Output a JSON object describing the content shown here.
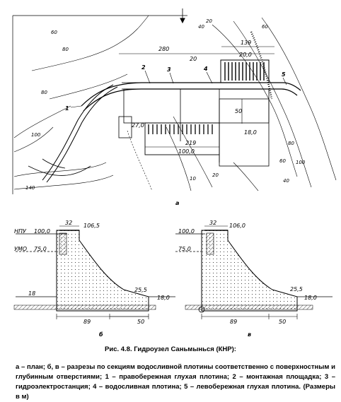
{
  "plan": {
    "dims": [
      "280",
      "139",
      "20",
      "20,0",
      "50",
      "18,0",
      "27,0",
      "219",
      "100,0"
    ],
    "contours": [
      "60",
      "80",
      "100",
      "140",
      "80",
      "60",
      "40",
      "20",
      "10",
      "20",
      "40",
      "60",
      "80",
      "100"
    ],
    "callouts": [
      "1",
      "2",
      "3",
      "4",
      "5"
    ],
    "sheet_letter": "а"
  },
  "section_b": {
    "levels": [
      "НПУ",
      "100,0",
      "УМО",
      "75,0",
      "106,5",
      "25,5",
      "18,0",
      "18"
    ],
    "dims": [
      "32",
      "89",
      "50"
    ],
    "letter": "б"
  },
  "section_c": {
    "levels": [
      "100,0",
      "75,0",
      "106,0",
      "25,5",
      "18,0"
    ],
    "dims": [
      "32",
      "89",
      "50"
    ],
    "letter": "в"
  },
  "caption": "Рис. 4.8. Гидроузел Саньмынься (КНР):",
  "legend": "а – план; б, в – разрезы по секциям водосливной плотины соответственно с поверхностным и глубинным отверстиями; 1 – правобережная глухая плотина; 2 – монтажная площадка; 3 – гидроэлектростанция; 4 – водосливная плотина; 5 – левобережная глухая плотина. (Размеры в м)"
}
